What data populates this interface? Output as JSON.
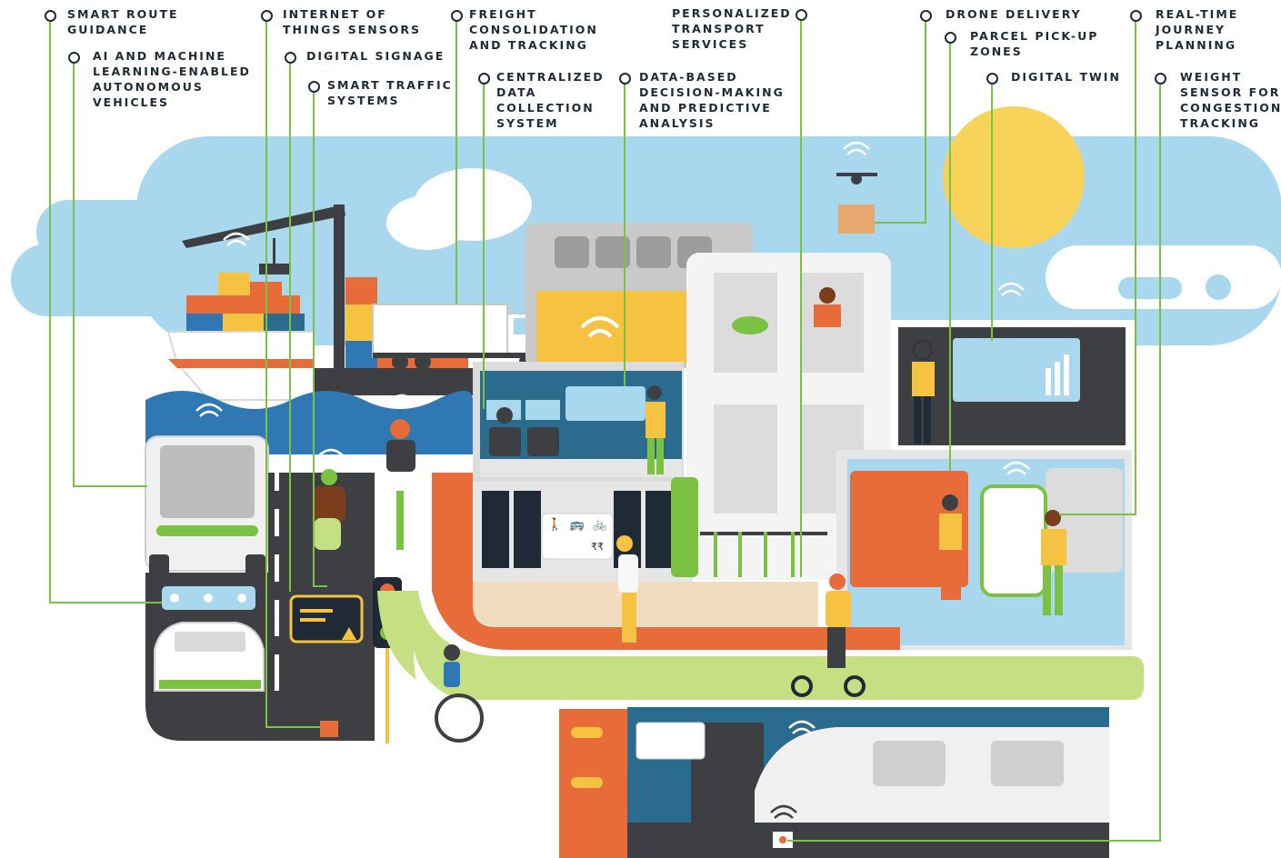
{
  "labels": {
    "smart_route_guidance": "SMART ROUTE\nGUIDANCE",
    "ai_ml_autonomous_vehicles": "AI AND MACHINE\nLEARNING-ENABLED\nAUTONOMOUS\nVEHICLES",
    "iot_sensors": "INTERNET OF\nTHINGS SENSORS",
    "digital_signage": "DIGITAL SIGNAGE",
    "smart_traffic_systems": "SMART TRAFFIC\nSYSTEMS",
    "freight_consolidation": "FREIGHT\nCONSOLIDATION\nAND TRACKING",
    "centralized_data": "CENTRALIZED\nDATA\nCOLLECTION\nSYSTEM",
    "personalized_transport": "PERSONALIZED\nTRANSPORT\nSERVICES",
    "data_based_decision": "DATA-BASED\nDECISION-MAKING\nAND PREDICTIVE\nANALYSIS",
    "drone_delivery": "DRONE DELIVERY",
    "parcel_pickup": "PARCEL PICK-UP\nZONES",
    "digital_twin": "DIGITAL TWIN",
    "real_time_journey": "REAL-TIME\nJOURNEY\nPLANNING",
    "weight_sensor": "WEIGHT\nSENSOR FOR\nCONGESTION\nTRACKING"
  },
  "mode_icons": [
    "pedestrian-icon",
    "bus-icon",
    "bicycle-icon"
  ],
  "currency_text": "₹₹",
  "colors": {
    "sky": "#a9d8ee",
    "leader_line": "#7cc242",
    "ink": "#1f2a36",
    "road": "#3d3f43",
    "sea": "#2f78b3",
    "orange": "#e86b3a",
    "yellow": "#f5c242",
    "green_path": "#c5df83",
    "teal": "#2b6c8e"
  }
}
